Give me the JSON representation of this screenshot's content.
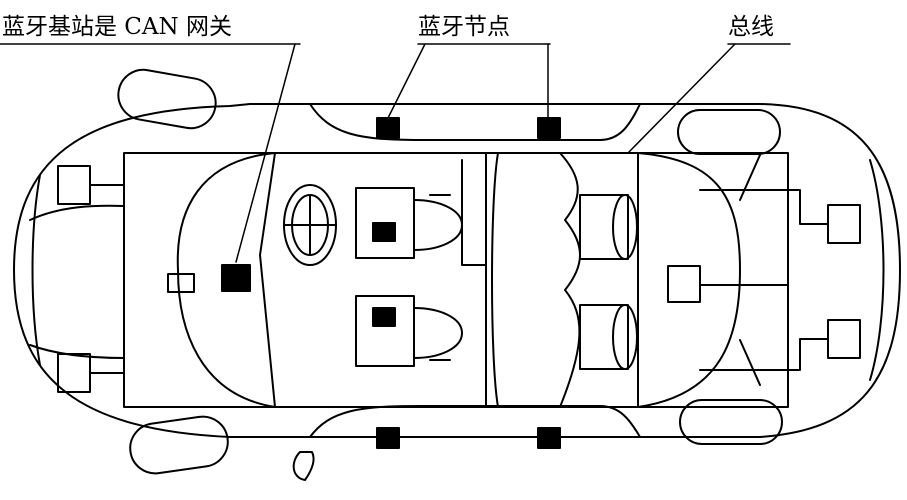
{
  "labels": {
    "gateway": "蓝牙基站是 CAN 网关",
    "node": "蓝牙节点",
    "bus": "总线"
  },
  "colors": {
    "stroke": "#000000",
    "fill": "#ffffff",
    "node_fill": "#000000"
  }
}
